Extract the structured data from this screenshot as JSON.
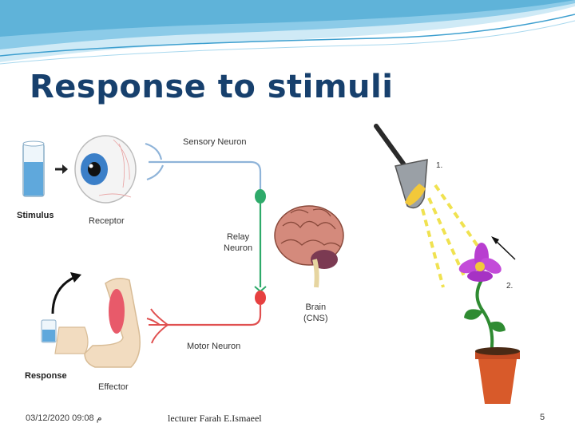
{
  "slide": {
    "title": "Response to stimuli",
    "colors": {
      "title": "#17406d",
      "wave": "#5fb3d9",
      "sensory_neuron": "#8fb4d9",
      "motor_neuron": "#e05050",
      "relay_node": "#2eaa6a"
    }
  },
  "reflex_diagram": {
    "stimulus": "Stimulus",
    "receptor": "Receptor",
    "sensory_neuron": "Sensory Neuron",
    "relay_neuron": "Relay\nNeuron",
    "brain": "Brain\n(CNS)",
    "motor_neuron": "Motor Neuron",
    "response": "Response",
    "effector": "Effector"
  },
  "plant_diagram": {
    "label_1": "1.",
    "label_2": "2."
  },
  "footer": {
    "date": "م 09:08 03/12/2020",
    "lecturer": "lecturer Farah E.Ismaeel",
    "page": "5"
  }
}
